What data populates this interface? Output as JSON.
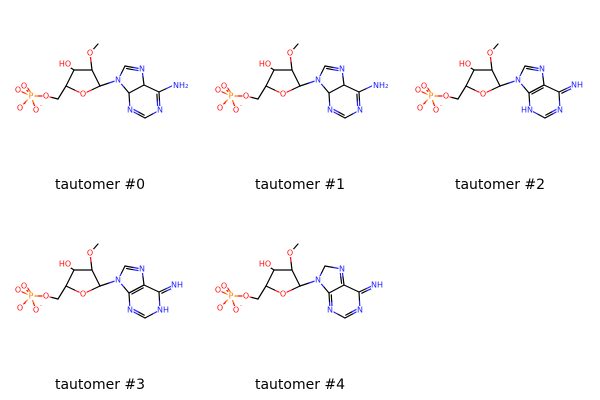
{
  "colors": {
    "carbon": "#000000",
    "oxygen": "#ff0d0d",
    "nitrogen": "#2020ff",
    "phosphorus": "#ff8000"
  },
  "atoms": {
    "O": "O",
    "HO": "HO",
    "P": "P",
    "N": "N",
    "NH": "NH",
    "HN": "HN",
    "H": "H",
    "charge_minus": "-",
    "sub_2": "2"
  },
  "molecules": [
    {
      "caption": "tautomer #0",
      "variant": "nh2"
    },
    {
      "caption": "tautomer #1",
      "variant": "nh2"
    },
    {
      "caption": "tautomer #2",
      "variant": "imine_n3h"
    },
    {
      "caption": "tautomer #3",
      "variant": "imine_n1h"
    },
    {
      "caption": "tautomer #4",
      "variant": "imine_n7"
    }
  ]
}
